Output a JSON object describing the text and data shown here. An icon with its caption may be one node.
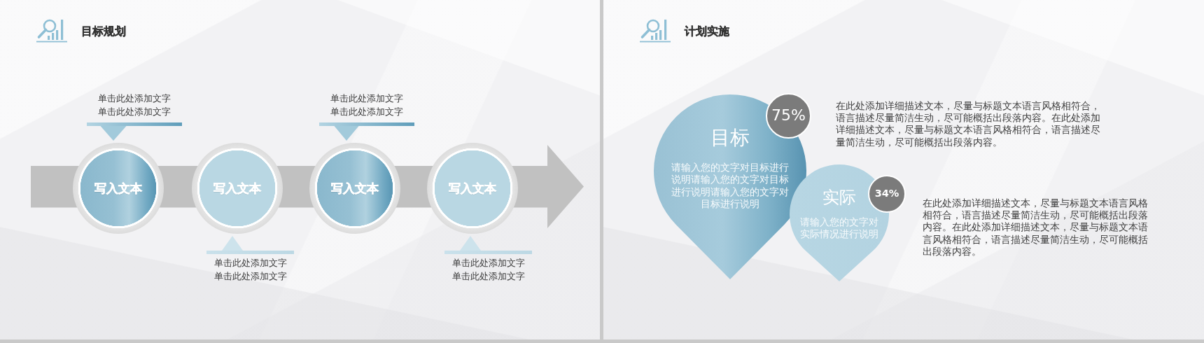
{
  "diagram": {
    "nodes": [
      {
        "text": [
          "目标规划"
        ]
      },
      {
        "text": [
          "单击此处添加文字",
          "单击此处添加文字"
        ],
        "in": 0
      },
      {
        "text": [
          "单击此处添加文字",
          "单击此处添加文字"
        ],
        "in": 0
      },
      {
        "text": [
          "写入文本"
        ],
        "in": 0
      },
      {
        "text": [
          "写入文本"
        ],
        "in": 0
      },
      {
        "text": [
          "写入文本"
        ],
        "in": 0
      },
      {
        "text": [
          "写入文本"
        ],
        "in": 0
      },
      {
        "text": [
          "单击此处添加文字",
          "单击此处添加文字"
        ],
        "in": 0
      },
      {
        "text": [
          "单击此处添加文字",
          "单击此处添加文字"
        ],
        "in": 0
      },
      {
        "text": [
          "计划实施"
        ]
      },
      {
        "text": [
          "目标",
          "请输入您的文字对目标进行说明请输入您的文字对目标进行说明请输入您的文字对目标进行说明"
        ],
        "in": 9
      },
      {
        "text": [
          "75%"
        ],
        "in": 9
      },
      {
        "text": [
          "实际",
          "请输入您的文字对实际情况进行说明"
        ],
        "in": 9
      },
      {
        "text": [
          "34%"
        ],
        "in": 9
      }
    ],
    "edges": [
      {
        "from": 1,
        "to": 3,
        "arrow": "to"
      },
      {
        "from": 2,
        "to": 5,
        "arrow": "to"
      },
      {
        "from": 7,
        "to": 4,
        "arrow": "to",
        "color": "#cde3ec"
      },
      {
        "from": 8,
        "to": 6,
        "arrow": "to",
        "color": "#cde3ec"
      }
    ],
    "labels": [
      "在此处添加详细描述文本，尽量与标题文本语言风格相符合，语言描述尽量简洁生动，尽可能概括出段落内容。在此处添加详细描述文本，尽量与标题文本语言风格相符合，语言描述尽量简洁生动，尽可能概括出段落内容。",
      "在此处添加详细描述文本，尽量与标题文本语言风格相符合，语言描述尽量简洁生动，尽可能概括出段落内容。在此处添加详细描述文本，尽量与标题文本语言风格相符合，语言描述尽量简洁生动，尽可能概括出段落内容。"
    ]
  }
}
